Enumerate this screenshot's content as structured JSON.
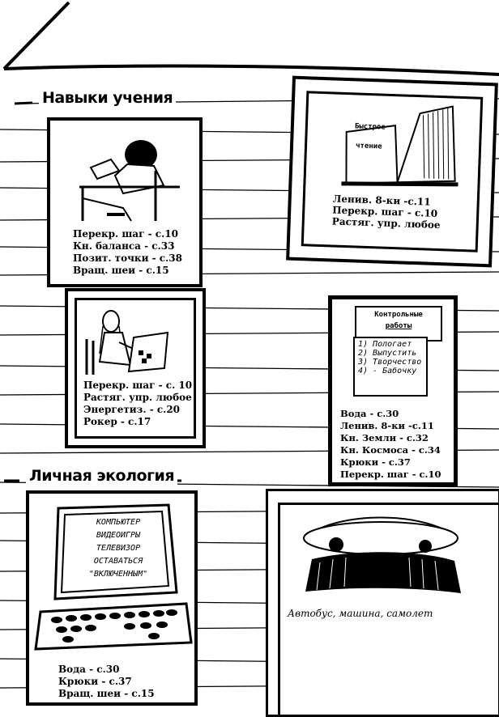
{
  "sections": {
    "learning_skills": "Навыки учения",
    "personal_ecology": "Личная экология"
  },
  "cards": {
    "desk": {
      "items": [
        "Перекр. шаг - с.10",
        "Кн. баланса - с.33",
        "Позит. точки - с.38",
        "Вращ. шеи - с.15"
      ]
    },
    "speed_reading": {
      "book_title_1": "Быстрое",
      "book_title_2": "чтение",
      "items": [
        "Ленив. 8-ки -с.11",
        "Перекр. шаг - с.10",
        "Растяг. упр. любое"
      ]
    },
    "drawing": {
      "items": [
        "Перекр. шаг - с. 10",
        "Растяг. упр. любое",
        "Энергетиз. - с.20",
        "Рокер - с.17"
      ]
    },
    "tests": {
      "sign_1": "Контрольные",
      "sign_2": "работы",
      "notes": [
        "1) Пологает",
        "2) Выпустить",
        "3) Творчество",
        "4) - Бабочку"
      ],
      "items": [
        "Вода - с.30",
        "Ленив. 8-ки -с.11",
        "Кн. Земли - с.32",
        "Кн. Космоса - с.34",
        "Крюки - с.37",
        "Перекр. шаг - с.10"
      ]
    },
    "computer": {
      "screen": [
        "КОМПЬЮТЕР",
        "ВИДЕОИГРЫ",
        "ТЕЛЕВИЗОР",
        "ОСТАВАТЬСЯ",
        "\"ВКЛЮЧЕННЫМ\""
      ],
      "items": [
        "Вода - с.30",
        "Крюки - с.37",
        "Вращ. шеи - с.15"
      ]
    },
    "vehicles": {
      "caption": "Автобус, машина, самолет"
    }
  }
}
